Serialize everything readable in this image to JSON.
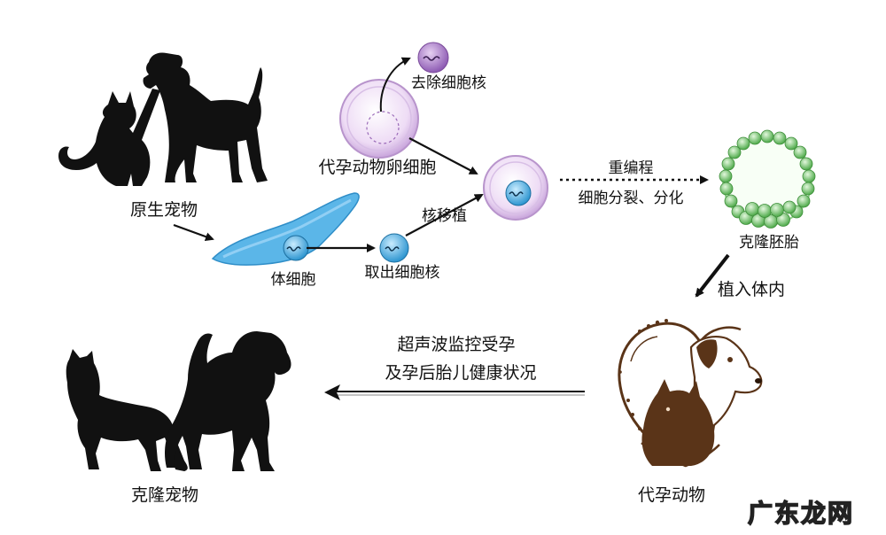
{
  "labels": {
    "original_pet": "原生宠物",
    "surrogate_egg": "代孕动物卵细胞",
    "remove_nucleus": "去除细胞核",
    "somatic_cell": "体细胞",
    "extract_nucleus": "取出细胞核",
    "nuclear_transfer": "核移植",
    "reprogramming": "重编程",
    "division_differentiation": "细胞分裂、分化",
    "cloned_embryo": "克隆胚胎",
    "implant": "植入体内",
    "surrogate_animal": "代孕动物",
    "ultrasound_line1": "超声波监控受孕",
    "ultrasound_line2": "及孕后胎儿健康状况",
    "cloned_pet": "克隆宠物"
  },
  "watermark": "广东龙网",
  "colors": {
    "silhouette": "#111111",
    "egg_cell": "#e9d8f0",
    "nucleus": "#a070c0",
    "somatic_cell": "#5bb6e8",
    "embryo_green": "#6cc46a",
    "surrogate_brown": "#5a3418"
  }
}
